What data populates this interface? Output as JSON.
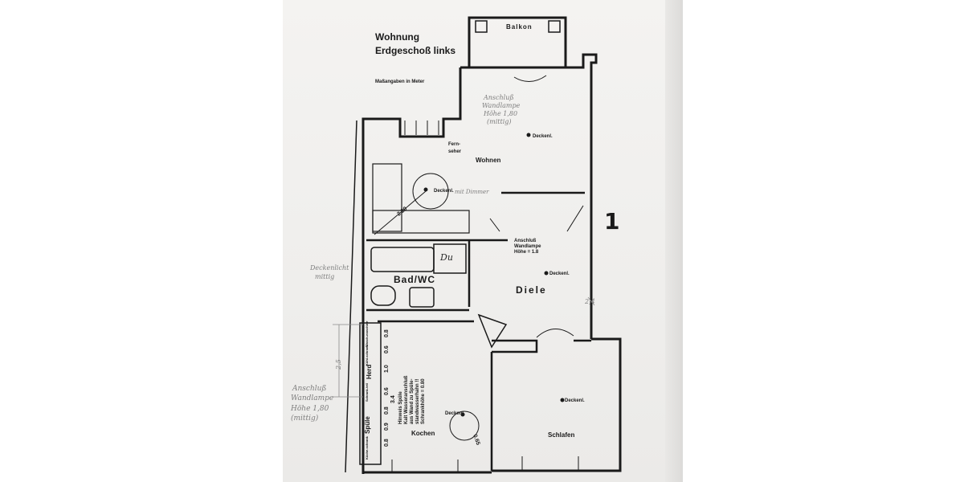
{
  "plan": {
    "title_line1": "Wohnung",
    "title_line2": "Erdgeschoß links",
    "unit_note": "Maßangaben in Meter",
    "apartment_number": "1",
    "rooms": {
      "balkon": "Balkon",
      "wohnen": "Wohnen",
      "fernseher_1": "Fern-",
      "fernseher_2": "seher",
      "bad_wc": "Bad/WC",
      "du": "Du",
      "diele": "Diele",
      "kochen": "Kochen",
      "schlafen": "Schlafen",
      "spuele": "Spüle",
      "herd": "Herd"
    },
    "fixtures": {
      "deckenl": "Deckenl.",
      "anschluss_1": "Anschluß",
      "anschluss_2": "Wandlampe",
      "anschluss_3": "Höhe = 1.8",
      "diagonal_dim": "2.20",
      "kochen_diag": "0.65"
    },
    "kitchen_notes": {
      "line1": "Hinweis Spüle",
      "line2": "Kalt Wasseranschluß",
      "line3": "aus Wand zu Spüle-",
      "line4": "standwasserhahn !!",
      "line5": "Schrankhöhe = 0.80"
    },
    "kitchen_dims": [
      "0.8",
      "0.6",
      "1.0",
      "0.6",
      "3.4",
      "0.8",
      "0.9",
      "0.8"
    ],
    "kitchen_small_labels": [
      "Wasch-maschine",
      "Kühl-schrank",
      "Schrank-teil",
      "Küche-schrank"
    ],
    "handwritten": {
      "wohnen_note_1": "Anschluß",
      "wohnen_note_2": "Wandlampe",
      "wohnen_note_3": "Höhe 1,80",
      "wohnen_note_4": "(mittig)",
      "deckenl_note": "mit Dimmer",
      "bad_note_1": "Deckenlicht",
      "bad_note_2": "mittig",
      "left_dim": "2,5",
      "left_note_1": "Anschluß",
      "left_note_2": "Wandlampe",
      "left_note_3": "Höhe 1,80",
      "left_note_4": "(mittig)",
      "diele_dim": "2,4"
    },
    "colors": {
      "ink": "#1a1a1a",
      "pencil": "#7e7e7e",
      "paper": "#f1f0ee"
    }
  }
}
